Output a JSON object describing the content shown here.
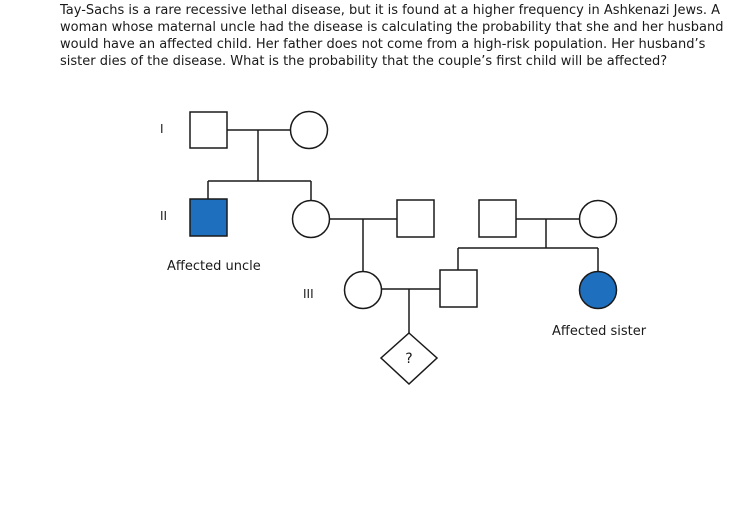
{
  "question": {
    "lines": [
      "Tay-Sachs is a rare recessive lethal disease, but it is found at a higher frequency in Ashkenazi Jews. A",
      "woman whose maternal uncle had the disease is calculating the probability that she and her husband",
      "would have an affected child. Her father does not come from a high-risk population. Her husband’s",
      "sister dies of the disease.  What is the probability that the couple’s first child will be affected?"
    ]
  },
  "pedigree": {
    "colors": {
      "affected": "#1f6fbf",
      "line": "#1a1a1a",
      "unaffected": "#ffffff"
    },
    "generations": {
      "g1": "I",
      "g2": "II",
      "g3": "III"
    },
    "labels": {
      "affected_uncle": "Affected uncle",
      "affected_sister": "Affected sister",
      "unknown_child": "?"
    }
  }
}
